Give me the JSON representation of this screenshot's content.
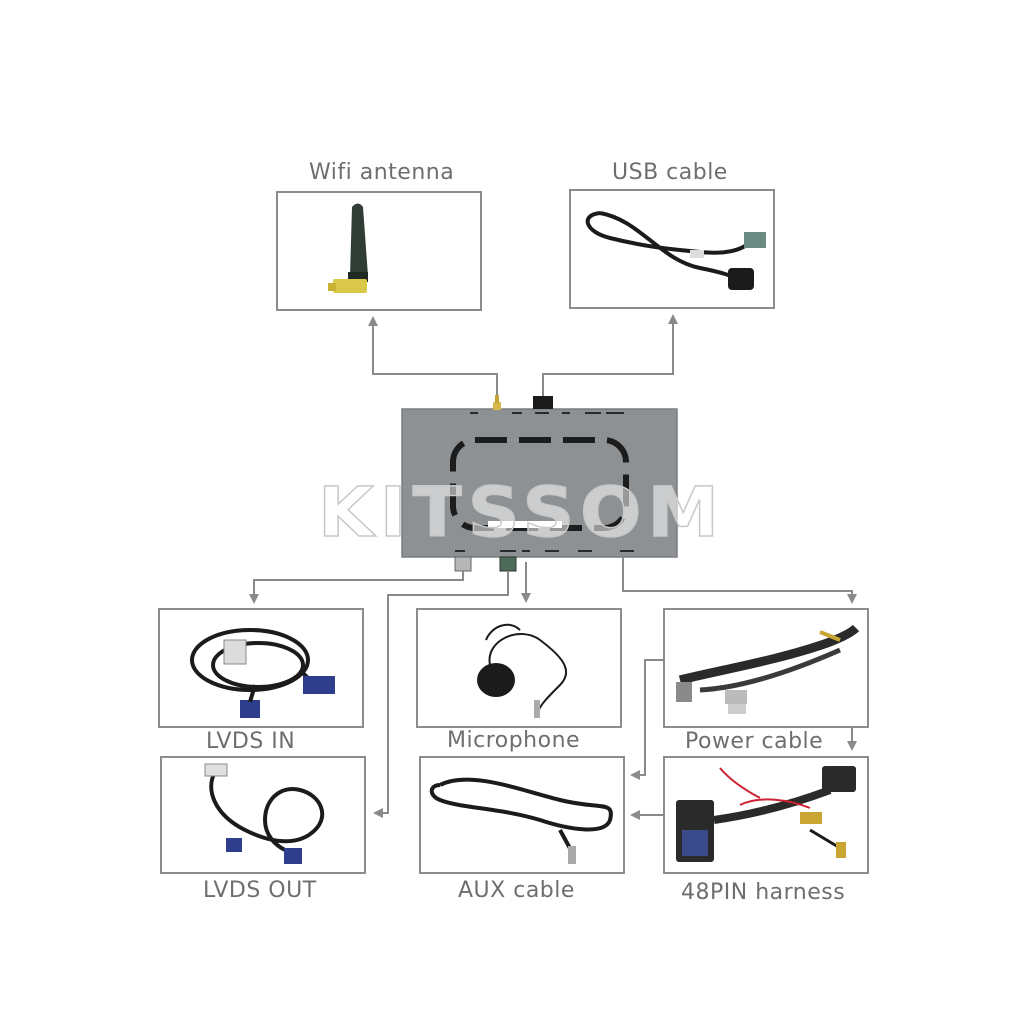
{
  "components": {
    "wifi_antenna": "Wifi antenna",
    "usb_cable": "USB cable",
    "lvds_in": "LVDS IN",
    "microphone": "Microphone",
    "power_cable": "Power cable",
    "lvds_out": "LVDS OUT",
    "aux_cable": "AUX cable",
    "harness_48pin": "48PIN harness"
  },
  "watermark": "KITSSOM",
  "colors": {
    "box_border": "#8c8c8c",
    "arrow": "#8a8a8a",
    "module_body": "#8e9193",
    "label_text": "#6e6e6e"
  }
}
